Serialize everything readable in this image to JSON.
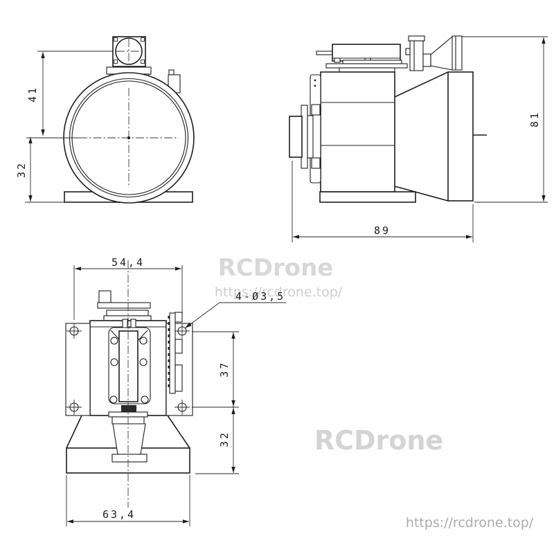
{
  "dims": {
    "front_upper": "41",
    "front_lower": "32",
    "side_width": "89",
    "side_height": "81",
    "bottom_spacing": "54,4",
    "hole_note": "4-Ø3,5",
    "bottom_upper": "37",
    "bottom_lower": "32",
    "bottom_base": "63,4"
  },
  "watermarks": {
    "brand": "RCDrone",
    "url": "https://rcdrone.top/"
  },
  "colors": {
    "line": "#1c1c1c",
    "centerline": "#3a3a3a",
    "watermark_brand": "#d8d8d8",
    "watermark_url_top": "#cfcfcf",
    "watermark_url_bottom": "#ababab",
    "background": "#ffffff"
  }
}
